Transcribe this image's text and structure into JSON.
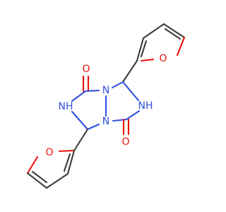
{
  "colors": {
    "carbon_bond": "#3c3c3c",
    "oxygen": "#e8120c",
    "nitrogen": "#3050e0"
  },
  "atoms": {
    "o_furan_top": "O",
    "o_carbonyl_top": "O",
    "n_bridge_top": "N",
    "nh_left": "NH",
    "nh_right": "NH",
    "n_bridge_bottom": "N",
    "o_carbonyl_bottom": "O",
    "o_furan_bottom": "O"
  }
}
